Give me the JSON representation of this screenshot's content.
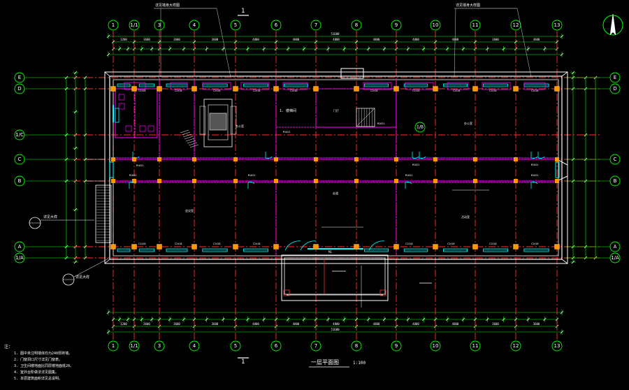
{
  "drawing": {
    "title": "一层平面图",
    "scale": "1:100",
    "section_mark": "1"
  },
  "colors": {
    "background": "#000000",
    "axis_line": "#ff3030",
    "dimension_line": "#00ff00",
    "wall": "#ffffff",
    "window": "#00ffff",
    "door": "#00ffff",
    "column": "#ff9900",
    "partition": "#ff00ff",
    "text": "#ffffff"
  },
  "axes": {
    "columns": [
      "1",
      "1/1",
      "3",
      "4",
      "5",
      "6",
      "7",
      "8",
      "9",
      "10",
      "11",
      "12",
      "13"
    ],
    "rows_left": [
      "E",
      "D",
      "1/C",
      "C",
      "B",
      "A",
      "1/A"
    ],
    "rows_right": [
      "E",
      "D",
      "C",
      "B",
      "A",
      "1/A"
    ]
  },
  "dimensions": {
    "total": "51600",
    "top_spans": [
      "1200",
      "3600",
      "3600",
      "3600",
      "4800",
      "4800",
      "4800",
      "4800",
      "4800",
      "4800",
      "3600",
      "3600",
      "1200"
    ],
    "bottom_spans": [
      "1200",
      "3600",
      "3600",
      "3600",
      "4800",
      "4800",
      "4800",
      "4800",
      "4800",
      "4800",
      "3600",
      "3600",
      "1200"
    ]
  },
  "rooms": [
    {
      "id": "stair-hall",
      "label": "1. 楼梯间"
    },
    {
      "id": "hall",
      "label": "门厅"
    },
    {
      "id": "office-left",
      "label": "办公室"
    },
    {
      "id": "office-right",
      "label": "办公室"
    },
    {
      "id": "corridor",
      "label": "走道"
    },
    {
      "id": "big-room-left",
      "label": "会议室"
    },
    {
      "id": "big-room-right",
      "label": "活动室"
    }
  ],
  "tags": {
    "door_m1": "M1",
    "door_m2": "M1021",
    "window_c": "C2418"
  },
  "callouts": {
    "top_left": "详见墙身大样图",
    "top_right": "详见墙身大样图",
    "left_1": "详见大样",
    "left_2": "详见大样"
  },
  "notes": [
    "注：",
    "1. 图中未注明墙体均为240厚砖墙。",
    "2. 门窗洞口尺寸详见门窗表。",
    "3. 卫生间楼地面比同层楼地面低20。",
    "4. 室外台阶做法详见图集。",
    "5. 本层建筑面积详见总说明。"
  ]
}
